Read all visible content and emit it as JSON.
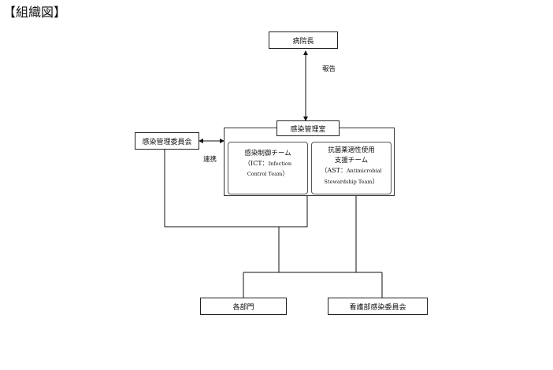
{
  "heading": "【組織図】",
  "nodes": {
    "director": "病院長",
    "committee": "感染管理委員会",
    "office": "感染管理室",
    "departments": "各部門",
    "nursing": "看護部感染委員会"
  },
  "teams": {
    "ict": {
      "line1": "感染制御チーム",
      "open": "（ICT：",
      "en1": "Infection",
      "en2": "Control Team",
      "close": "）"
    },
    "ast": {
      "line1": "抗菌薬適性使用",
      "line2": "支援チーム",
      "open": "（AST：",
      "en1": "Antimicrobial",
      "en2": "Stewardship Team",
      "close": "）"
    }
  },
  "labels": {
    "report": "報告",
    "cooperation": "連携"
  }
}
